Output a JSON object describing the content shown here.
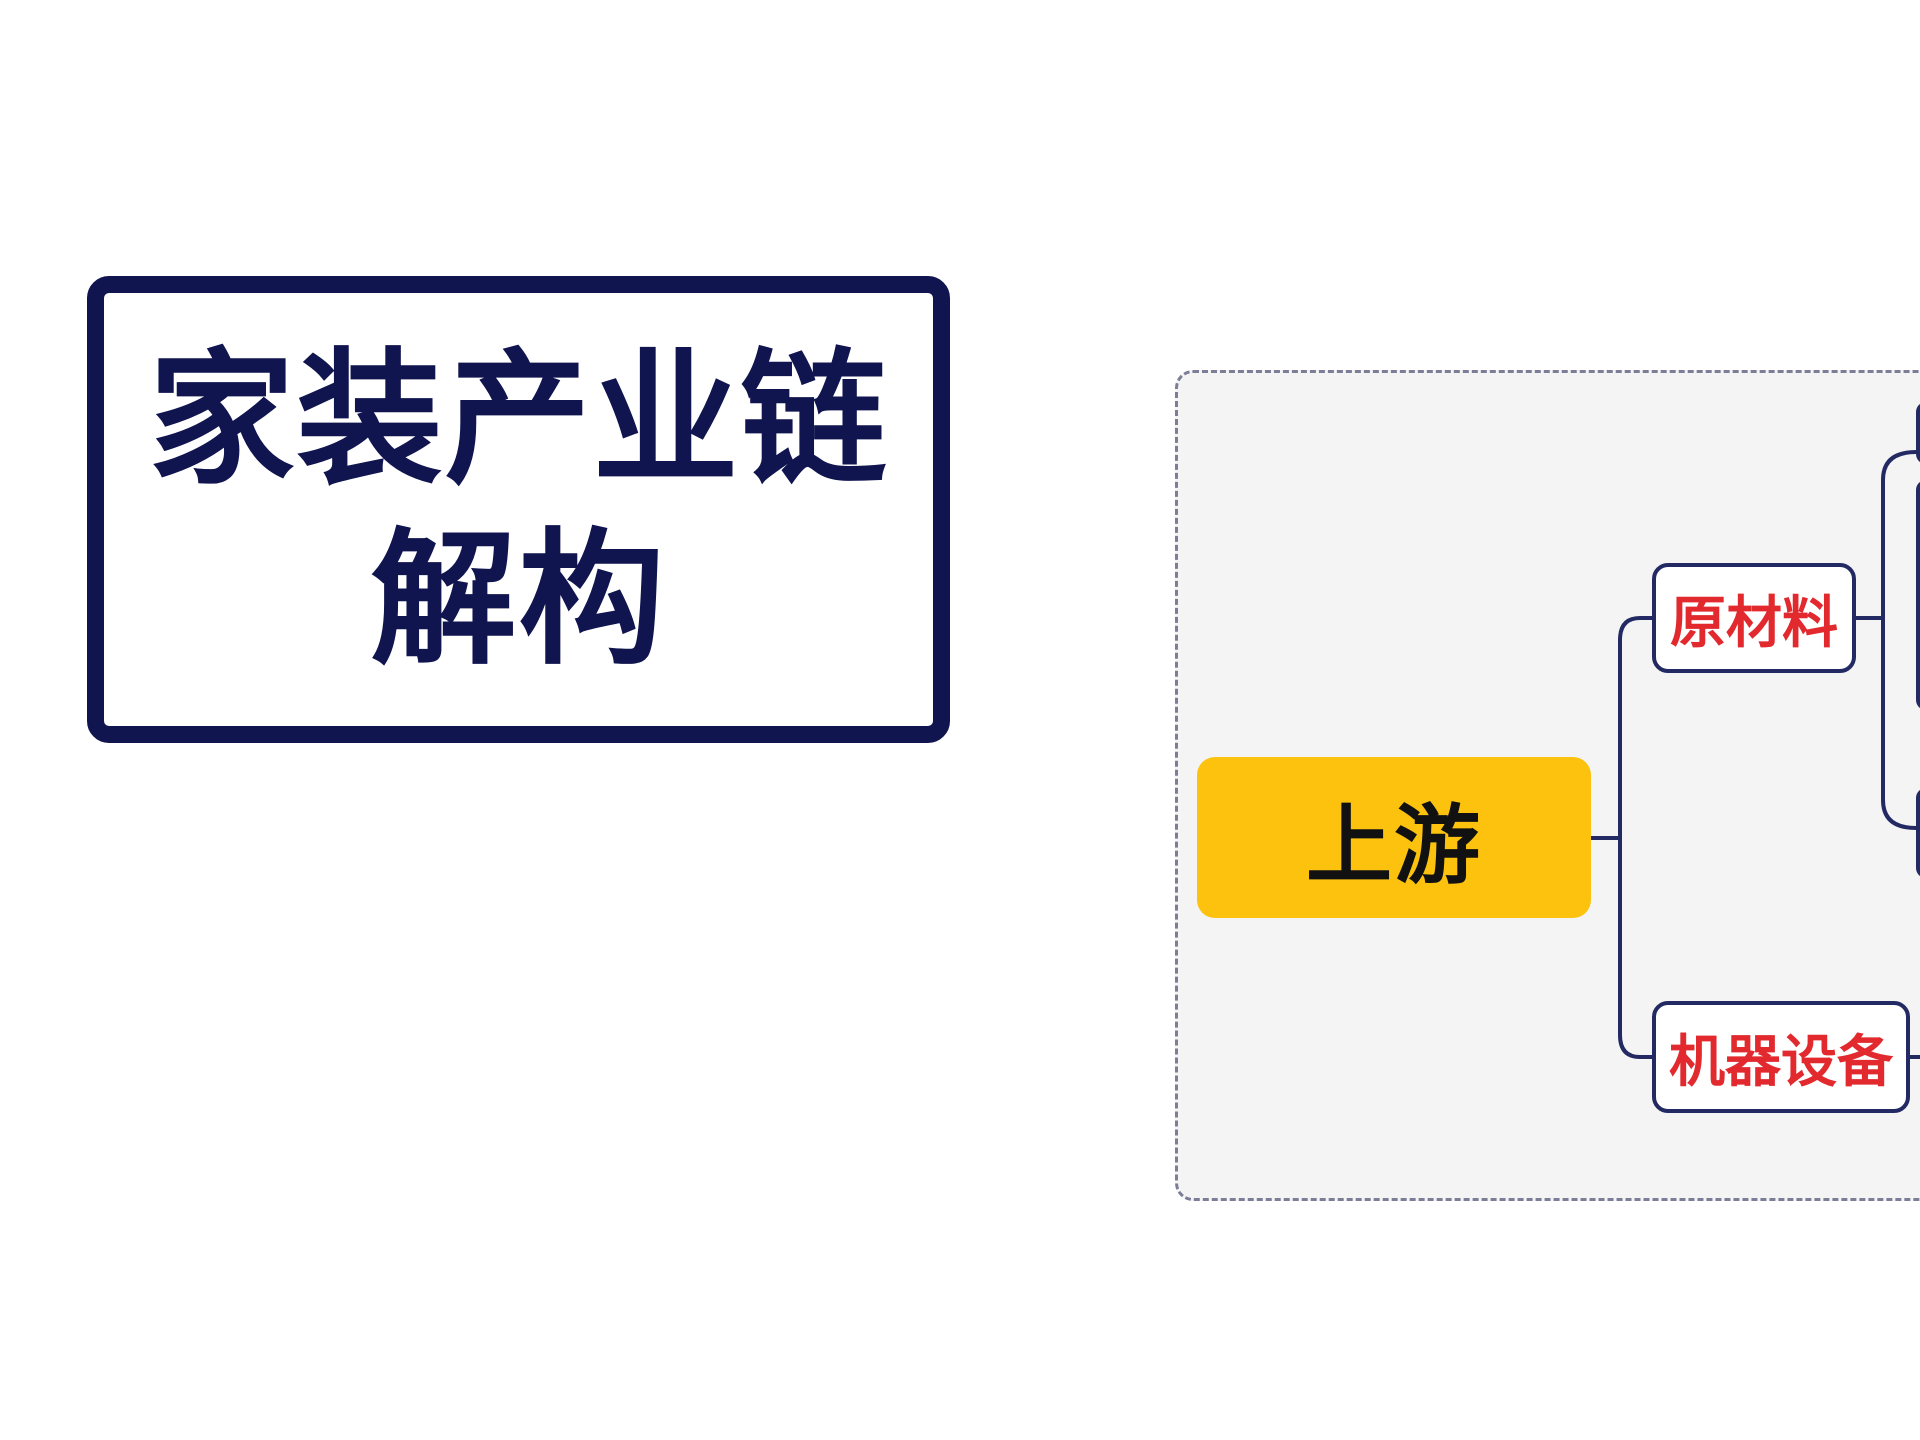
{
  "title": {
    "line1": "家装产业链",
    "line2": "解构"
  },
  "diagram": {
    "root": {
      "label": "上游"
    },
    "children": [
      {
        "label": "原材料"
      },
      {
        "label": "机器设备"
      }
    ]
  },
  "colors": {
    "navy": "#10144f",
    "root_fill": "#fcc20d",
    "child_text": "#e1292e",
    "panel_bg": "#f4f4f4",
    "panel_border": "#7c7e98"
  }
}
